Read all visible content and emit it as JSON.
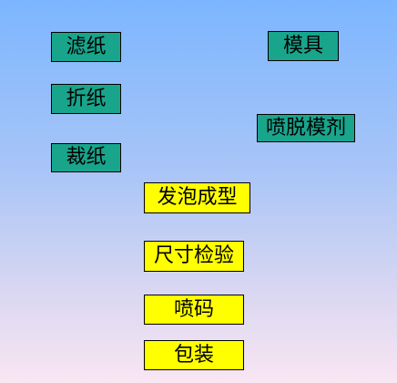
{
  "diagram": {
    "nodes": {
      "filter_paper": "滤纸",
      "fold_paper": "折纸",
      "cut_paper": "裁纸",
      "mold": "模具",
      "release_agent": "喷脱模剂",
      "foam_molding": "发泡成型",
      "size_inspection": "尺寸检验",
      "spray_code": "喷码",
      "packaging": "包装"
    },
    "colors": {
      "material_box": "#18a58c",
      "process_box": "#ffff00",
      "border": "#000000"
    }
  }
}
